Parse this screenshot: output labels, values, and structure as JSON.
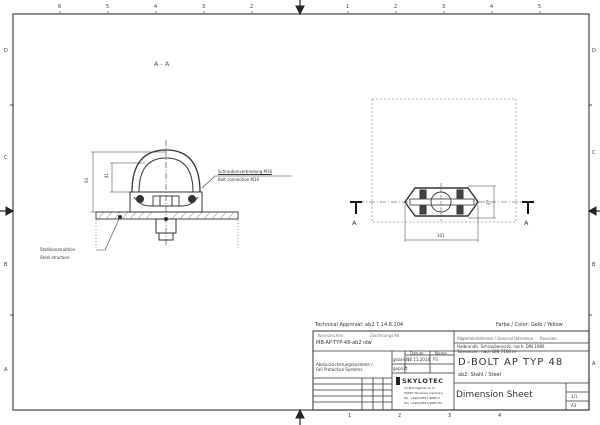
{
  "sheet": {
    "section_label": "A - A",
    "section_marker": "A",
    "top_ruler": [
      "6",
      "5",
      "4",
      "3",
      "2",
      "1",
      "2",
      "3",
      "4",
      "5"
    ],
    "left_ruler": [
      "D",
      "C",
      "B",
      "A"
    ],
    "right_ruler": [
      "D",
      "C",
      "B",
      "A"
    ],
    "bottom_ruler": [
      "1",
      "2",
      "3",
      "4"
    ]
  },
  "left_view": {
    "callout_bolt_de": "Schraubenverbindung M16",
    "callout_bolt_en": "Bolt connection M16",
    "callout_structure_de": "Stahlkonstruktion",
    "callout_structure_en": "Steel structure",
    "dim_height": "93",
    "dim_inner": "41"
  },
  "right_view": {
    "dim_width": "101",
    "dim_depth": "37"
  },
  "title_block": {
    "technical_approval": "Technical Approval: ab2 7.14.6.104",
    "color": "Farbe / Color: Gelb / Yellow",
    "file_label_left": "Kennzeichen",
    "file_label_right": "Zeichnungs-Nr.",
    "file_name": "MB-AP-TYP-48-ab2 idw",
    "standard_header": "Allgemeintoleranz / General tolerance",
    "revision_label": "Revision",
    "standard_line1": "Halbrundh. Schraubenverb. nach: DIN 1080",
    "standard_line2": "Toleranzen: nach DIN 7168 m",
    "system_note_de": "Absturzsicherungssysteme /",
    "system_note_en": "Fall Protection Systems",
    "date_header": "Datum",
    "name_header": "Name",
    "row_drawn": "gezeichn.",
    "row_checked": "geprüft",
    "drawn_date": "17.11.2014",
    "drawn_name": "FS",
    "company": "SKYLOTEC",
    "company_address1": "Im Bruchgarten 9-11",
    "company_address2": "56567 Neuwied, Germany",
    "company_phone": "Tel. +49(0)2631-9680-0",
    "company_fax": "Fax +49(0)2631-9680-80",
    "product_title": "D-BOLT AP TYP 48",
    "product_subtitle": "ab2: Stahl / Steel",
    "sheet_title": "Dimension Sheet",
    "sheet_box_1": "",
    "sheet_box_2": "1/1",
    "sheet_box_3": "A3"
  }
}
